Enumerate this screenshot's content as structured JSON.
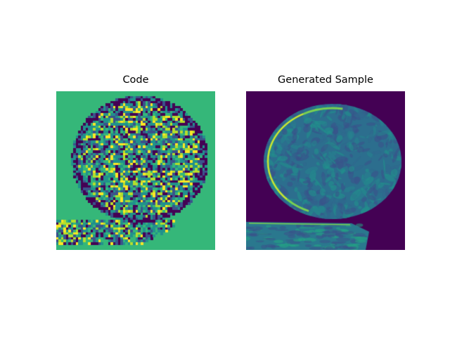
{
  "chart_data": [
    {
      "type": "heatmap",
      "title": "Code",
      "xlabel": "",
      "ylabel": "",
      "axes": "off",
      "colormap": "viridis",
      "grid": false,
      "colors": {
        "background": "#35b779",
        "dark": "#440154",
        "teal": "#21918c",
        "blue": "#3b528b",
        "yellow": "#fde725",
        "lime": "#b5de2b"
      }
    },
    {
      "type": "heatmap",
      "title": "Generated Sample",
      "xlabel": "",
      "ylabel": "",
      "axes": "off",
      "colormap": "viridis",
      "grid": false,
      "colors": {
        "background": "#440154",
        "tissue": "#2a788e",
        "edge": "#7ad151",
        "highlight": "#fde725"
      }
    }
  ]
}
